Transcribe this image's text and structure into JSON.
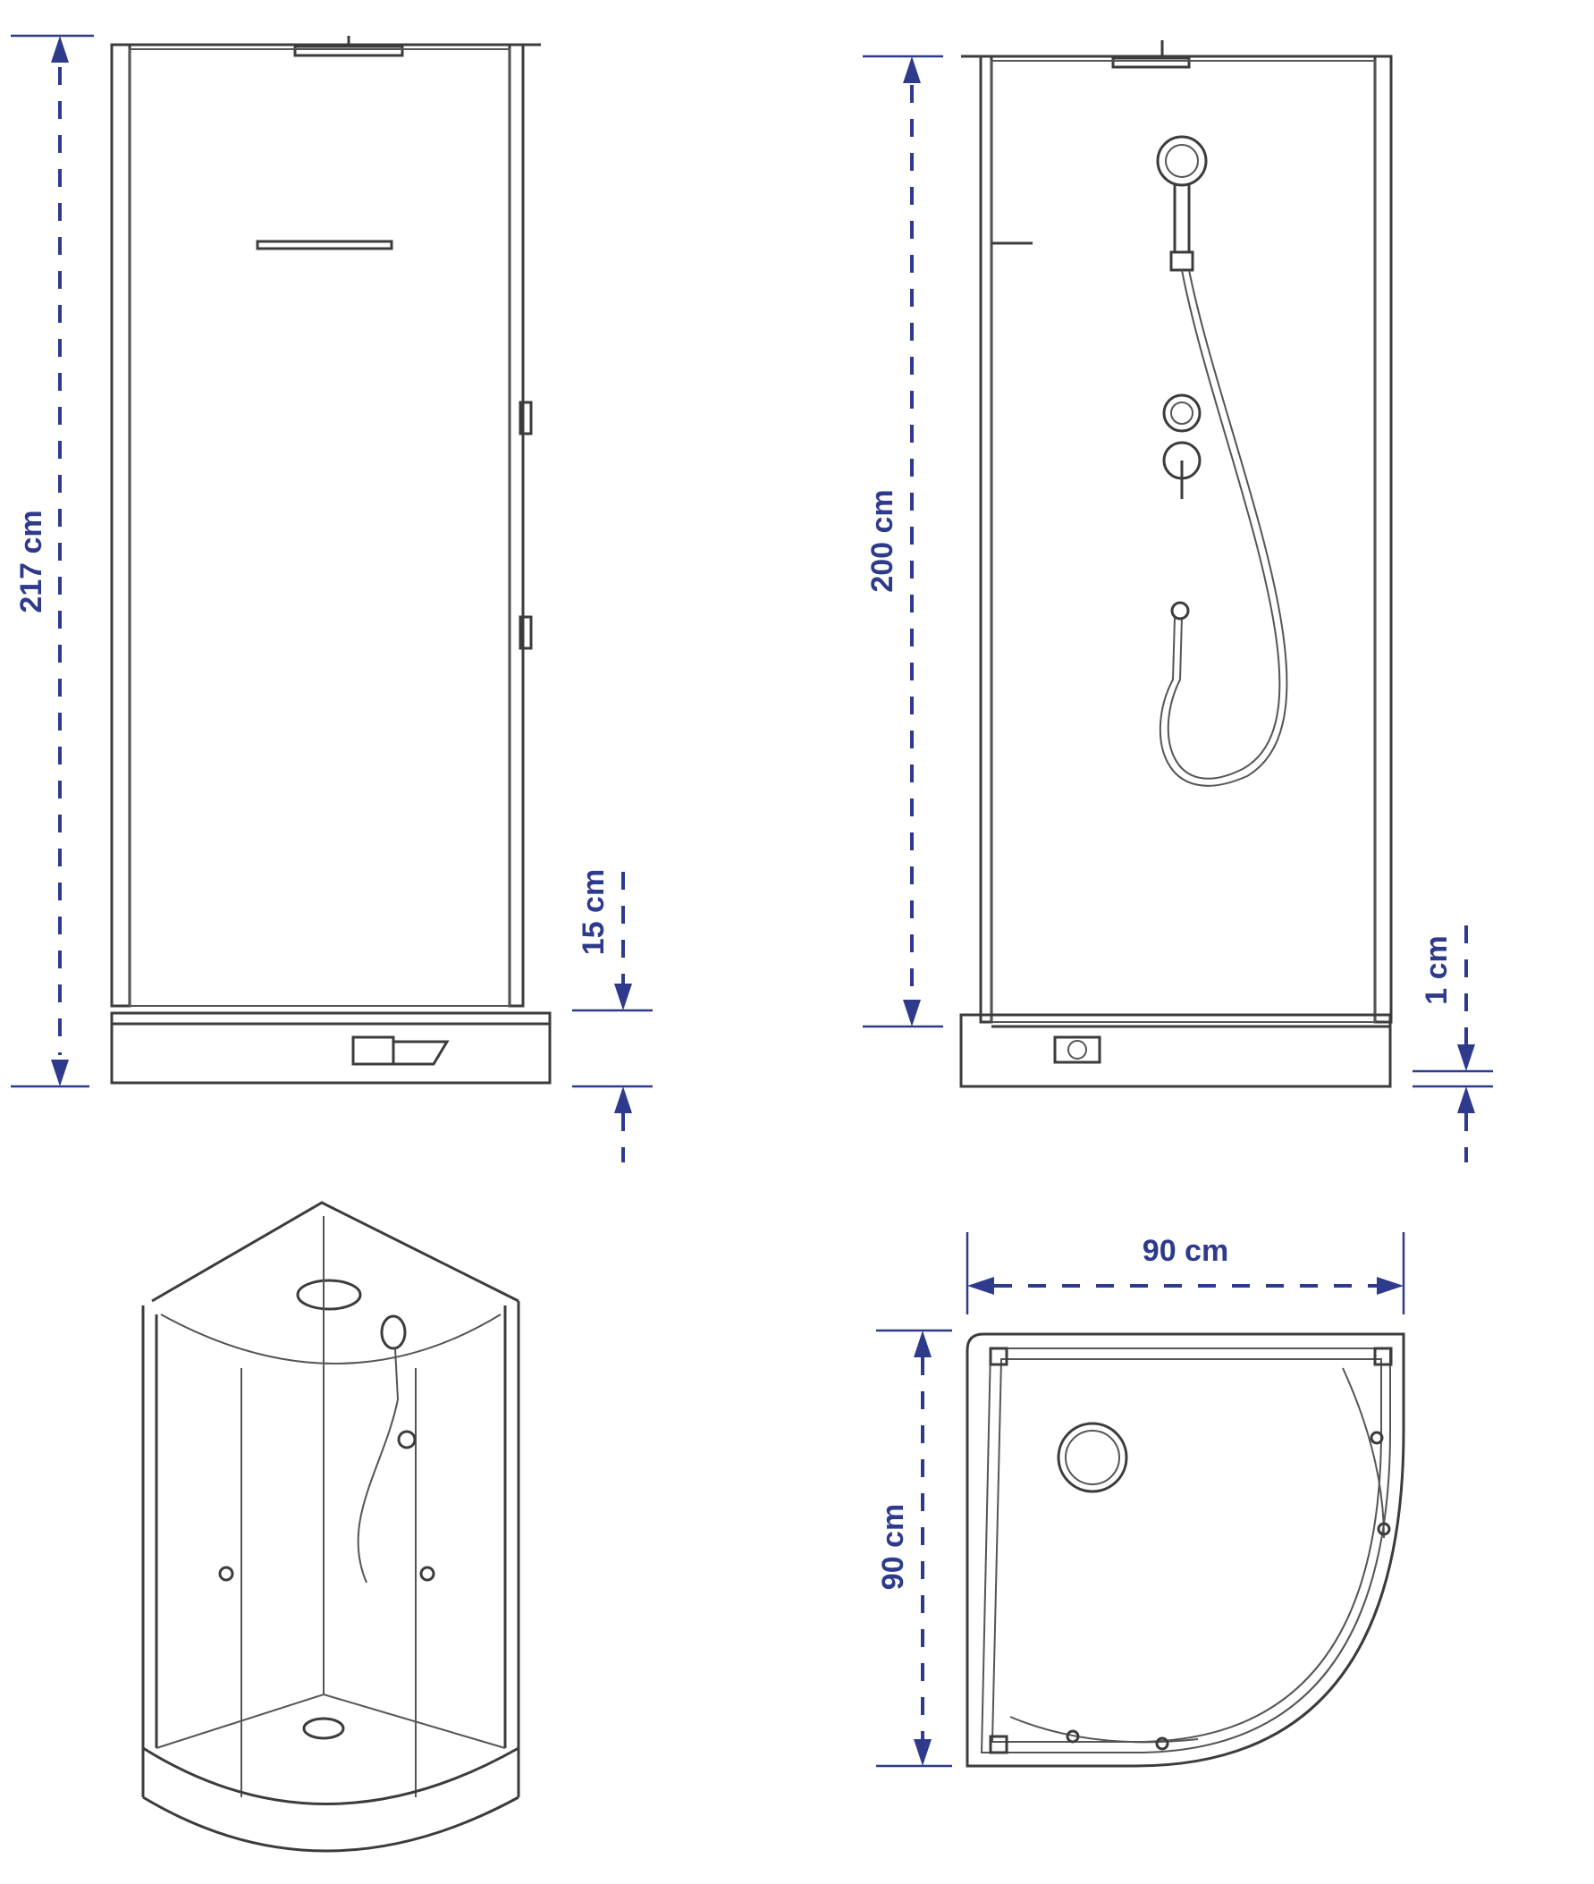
{
  "dimensions": {
    "total_height": "217 cm",
    "tray_height": "15 cm",
    "interior_height": "200 cm",
    "floor_offset": "1 cm",
    "width": "90 cm",
    "depth": "90 cm"
  },
  "colors": {
    "dimension": "#2e3a8c",
    "outline": "#3c3c3c",
    "background": "#ffffff"
  }
}
